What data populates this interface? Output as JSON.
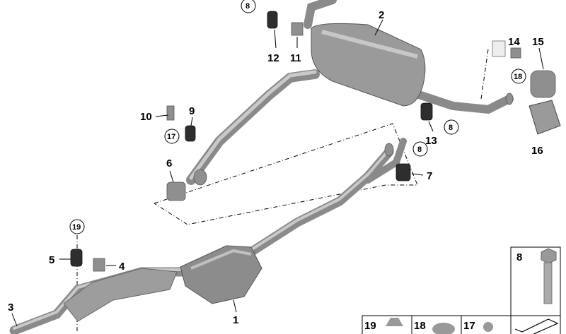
{
  "diagram": {
    "part_labels": [
      {
        "id": "p2",
        "text": "2"
      },
      {
        "id": "p12",
        "text": "12"
      },
      {
        "id": "p11",
        "text": "11"
      },
      {
        "id": "p14",
        "text": "14"
      },
      {
        "id": "p15",
        "text": "15"
      },
      {
        "id": "p10",
        "text": "10"
      },
      {
        "id": "p9",
        "text": "9"
      },
      {
        "id": "p13",
        "text": "13"
      },
      {
        "id": "p16",
        "text": "16"
      },
      {
        "id": "p6",
        "text": "6"
      },
      {
        "id": "p7",
        "text": "7"
      },
      {
        "id": "p5",
        "text": "5"
      },
      {
        "id": "p4",
        "text": "4"
      },
      {
        "id": "p3",
        "text": "3"
      },
      {
        "id": "p1",
        "text": "1"
      }
    ],
    "circled_labels": [
      {
        "id": "c8a",
        "text": "8"
      },
      {
        "id": "c18",
        "text": "18"
      },
      {
        "id": "c17",
        "text": "17"
      },
      {
        "id": "c8b",
        "text": "8"
      },
      {
        "id": "c8c",
        "text": "8"
      },
      {
        "id": "c19",
        "text": "19"
      }
    ],
    "fastener_boxes": [
      {
        "text": "8"
      },
      {
        "text": "19"
      },
      {
        "text": "18"
      },
      {
        "text": "17"
      }
    ],
    "colors": {
      "part": "#8f8f8f",
      "rubber": "#2e2e2e",
      "line": "#000000"
    }
  }
}
